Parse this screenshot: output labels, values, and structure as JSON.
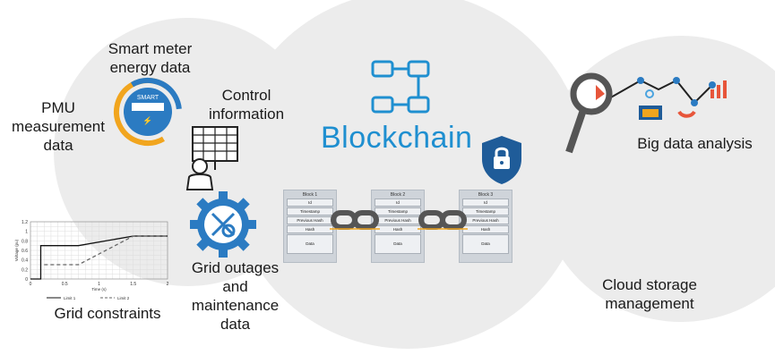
{
  "labels": {
    "smart_meter": [
      "Smart meter",
      "energy data"
    ],
    "pmu": [
      "PMU",
      "measurement",
      "data"
    ],
    "control": [
      "Control",
      "information"
    ],
    "grid_outages": [
      "Grid outages",
      "and",
      "maintenance",
      "data"
    ],
    "grid_constraints": "Grid constraints",
    "big_data": "Big data analysis",
    "cloud_storage": [
      "Cloud storage",
      "management"
    ]
  },
  "blockchain_title": "Blockchain",
  "meter_badge": "SMART",
  "blocks": [
    {
      "title": "Block 1",
      "fields": [
        "Id",
        "Timestamp",
        "Previous Hash",
        "Hash",
        "Data"
      ]
    },
    {
      "title": "Block 2",
      "fields": [
        "Id",
        "Timestamp",
        "Previous Hash",
        "Hash",
        "Data"
      ]
    },
    {
      "title": "Block 3",
      "fields": [
        "Id",
        "Timestamp",
        "Previous Hash",
        "Hash",
        "Data"
      ]
    }
  ],
  "mini_chart": {
    "ylabel": "Voltage (pu)",
    "xlabel": "Time (s)",
    "yticks": [
      "0",
      "0.2",
      "0.4",
      "0.6",
      "0.8",
      "1",
      "1.2"
    ],
    "xticks": [
      "0",
      "0.5",
      "1",
      "1.5",
      "2"
    ],
    "legend": [
      "Limit 1",
      "Limit 2"
    ]
  },
  "chart_data": {
    "type": "line",
    "xlabel": "Time (s)",
    "ylabel": "Voltage (pu)",
    "xlim": [
      0,
      2
    ],
    "ylim": [
      0,
      1.2
    ],
    "series": [
      {
        "name": "Limit 1",
        "style": "solid",
        "x": [
          0,
          0.15,
          0.15,
          0.7,
          1.5,
          2
        ],
        "y": [
          0,
          0,
          0.7,
          0.7,
          0.9,
          0.9
        ]
      },
      {
        "name": "Limit 2",
        "style": "dashed",
        "x": [
          0.2,
          0.7,
          1.5,
          2
        ],
        "y": [
          0.3,
          0.3,
          0.9,
          0.9
        ]
      }
    ]
  },
  "colors": {
    "accent_blue": "#1f8fd0",
    "shield_blue": "#1f5c99",
    "meter_gold": "#f1a51e",
    "meter_blue": "#2b7bc2",
    "circle_gray": "#ececec"
  }
}
